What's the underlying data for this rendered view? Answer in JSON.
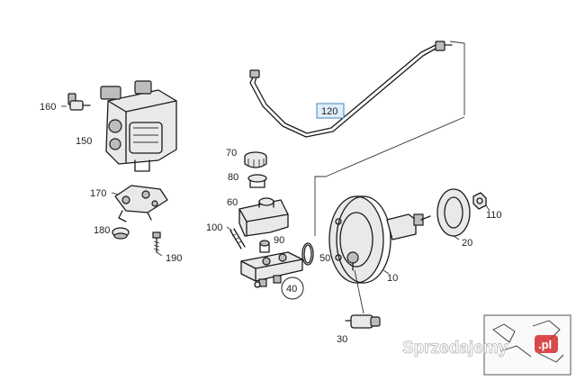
{
  "diagram": {
    "labels": {
      "p160": "160",
      "p150": "150",
      "p170": "170",
      "p180": "180",
      "p190": "190",
      "p120": "120",
      "p70": "70",
      "p80": "80",
      "p60": "60",
      "p100": "100",
      "p90": "90",
      "p50": "50",
      "p40": "40",
      "p10": "10",
      "p30": "30",
      "p110": "110",
      "p20": "20"
    }
  },
  "watermark": {
    "text": "Sprzedajemy",
    "badge": ".pl"
  },
  "colors": {
    "highlight_box": "#dfeefa",
    "highlight_border": "#4a86b8",
    "badge_red": "#d22b2b"
  }
}
